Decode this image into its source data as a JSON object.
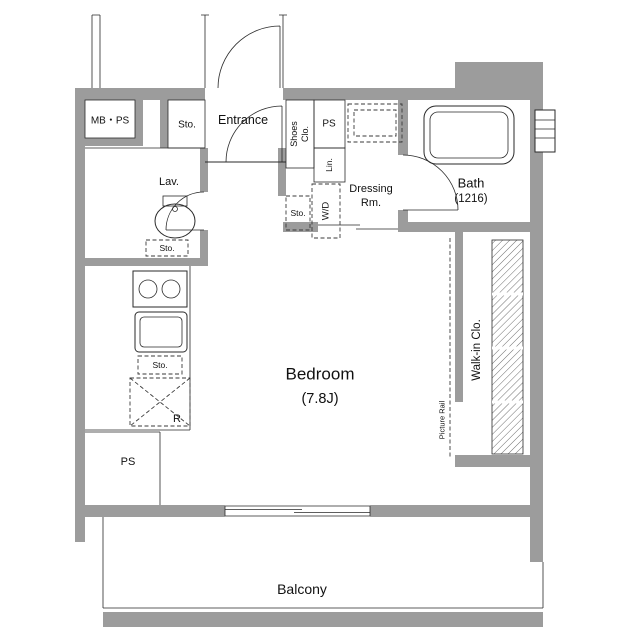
{
  "floorplan": {
    "labels": {
      "mb_ps": "MB・PS",
      "sto_entrance": "Sto.",
      "entrance": "Entrance",
      "shoes_closet_line1": "Shoes",
      "shoes_closet_line2": "Clo.",
      "ps_top": "PS",
      "lav": "Lav.",
      "linen": "Lin.",
      "washer_dryer": "W/D",
      "sto_dressing": "Sto.",
      "dressing_line1": "Dressing",
      "dressing_line2": "Rm.",
      "bath": "Bath",
      "bath_size": "(1216)",
      "sto_lav": "Sto.",
      "sto_kitchen": "Sto.",
      "refrigerator": "R",
      "ps_bottom": "PS",
      "bedroom": "Bedroom",
      "bedroom_size": "(7.8J)",
      "walk_in_closet": "Walk-in Clo.",
      "picture_rail": "Picture Rail",
      "balcony": "Balcony"
    },
    "colors": {
      "wall": "#9c9c9c",
      "line": "#2a2a2a",
      "background": "#ffffff"
    }
  }
}
